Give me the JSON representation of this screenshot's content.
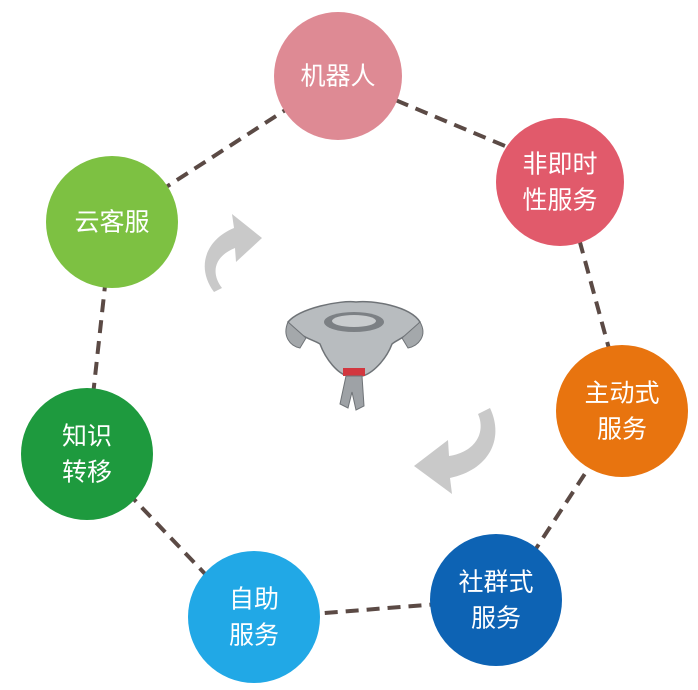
{
  "nodes": [
    {
      "id": "robot",
      "lines": [
        "机器人"
      ],
      "color": "#de8a94"
    },
    {
      "id": "async-service",
      "lines": [
        "非即时",
        "性服务"
      ],
      "color": "#e15a6b"
    },
    {
      "id": "proactive-service",
      "lines": [
        "主动式",
        "服务"
      ],
      "color": "#e8740f"
    },
    {
      "id": "community-service",
      "lines": [
        "社群式",
        "服务"
      ],
      "color": "#0d63b4"
    },
    {
      "id": "self-service",
      "lines": [
        "自助",
        "服务"
      ],
      "color": "#21a8e6"
    },
    {
      "id": "knowledge-transfer",
      "lines": [
        "知识",
        "转移"
      ],
      "color": "#1e9a3e"
    },
    {
      "id": "cloud-service",
      "lines": [
        "云客服"
      ],
      "color": "#7dc142"
    }
  ],
  "colors": {
    "ring_dash": "#5b4a45",
    "cycle_arrow": "#c8c8c8",
    "center_logo": "#8f9396",
    "center_logo_accent": "#d2373f"
  },
  "icons": {
    "center": "funnel-logo-icon",
    "cycle": "circular-arrow-icon"
  }
}
